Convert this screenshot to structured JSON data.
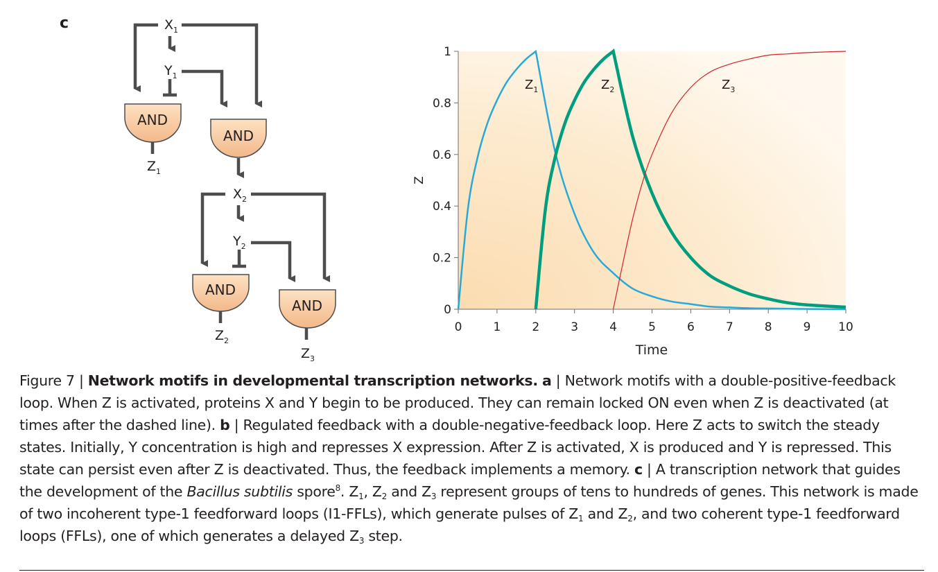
{
  "panel_label": "c",
  "network": {
    "x1": "X",
    "x1_sub": "1",
    "y1": "Y",
    "y1_sub": "1",
    "x2": "X",
    "x2_sub": "2",
    "y2": "Y",
    "y2_sub": "2",
    "and_label": "AND",
    "z1": "Z",
    "z1_sub": "1",
    "z2": "Z",
    "z2_sub": "2",
    "z3": "Z",
    "z3_sub": "3"
  },
  "chart_data": {
    "type": "line",
    "xlabel": "Time",
    "ylabel": "Z",
    "xlim": [
      0,
      10
    ],
    "ylim": [
      0,
      1
    ],
    "xticks": [
      "0",
      "1",
      "2",
      "3",
      "4",
      "5",
      "6",
      "7",
      "8",
      "9",
      "10"
    ],
    "yticks": [
      "0",
      "0.2",
      "0.4",
      "0.6",
      "0.8",
      "1"
    ],
    "series_labels": [
      {
        "name": "Z",
        "sub": "1"
      },
      {
        "name": "Z",
        "sub": "2"
      },
      {
        "name": "Z",
        "sub": "3"
      }
    ],
    "series": [
      {
        "name": "Z1",
        "color": "#29a9d8",
        "width": 2.5,
        "x": [
          0,
          0.25,
          0.5,
          0.75,
          1,
          1.25,
          1.5,
          1.75,
          2,
          2.5,
          3,
          3.5,
          4,
          4.5,
          5,
          5.5,
          6,
          6.5,
          7,
          7.5,
          8,
          8.5,
          9,
          10
        ],
        "y": [
          0,
          0.39,
          0.59,
          0.72,
          0.81,
          0.88,
          0.93,
          0.97,
          1.0,
          0.61,
          0.37,
          0.22,
          0.14,
          0.08,
          0.05,
          0.03,
          0.02,
          0.01,
          0.007,
          0.004,
          0.003,
          0.002,
          0.001,
          0.0
        ]
      },
      {
        "name": "Z2",
        "color": "#009e7e",
        "width": 4.5,
        "x": [
          2,
          2.25,
          2.5,
          2.75,
          3,
          3.25,
          3.5,
          3.75,
          4,
          4.5,
          5,
          5.5,
          6,
          6.5,
          7,
          7.5,
          8,
          8.5,
          9,
          10
        ],
        "y": [
          0,
          0.39,
          0.59,
          0.72,
          0.81,
          0.88,
          0.93,
          0.97,
          1.0,
          0.67,
          0.45,
          0.3,
          0.2,
          0.13,
          0.09,
          0.06,
          0.04,
          0.025,
          0.017,
          0.008
        ]
      },
      {
        "name": "Z3",
        "color": "#d2232a",
        "width": 1.2,
        "x": [
          4,
          4.25,
          4.5,
          4.75,
          5,
          5.5,
          6,
          6.5,
          7,
          7.5,
          8,
          8.5,
          9,
          10
        ],
        "y": [
          0,
          0.18,
          0.35,
          0.49,
          0.6,
          0.76,
          0.86,
          0.92,
          0.95,
          0.97,
          0.985,
          0.99,
          0.995,
          1.0
        ]
      }
    ]
  },
  "caption": {
    "figure_num": "Figure 7 | ",
    "title": "Network motifs in developmental transcription networks.",
    "a_label": "a",
    "a_text": " | Network motifs with a double-positive-feedback loop. When Z is activated, proteins X and Y begin to be produced. They can remain locked ON even when Z is deactivated (at times after the dashed line). ",
    "b_label": "b",
    "b_text": " | Regulated feedback with a double-negative-feedback loop. Here Z acts to switch the steady states. Initially, Y concentration is high and represses X expression. After Z is activated, X is produced and Y is repressed. This state can persist even after Z is deactivated. Thus, the feedback implements a memory. ",
    "c_label": "c",
    "c_text": " | A transcription network that guides the development of the ",
    "species": "Bacillus subtilis",
    "c_text2": " spore",
    "ref": "8",
    "c_text3": ". ",
    "z": "Z",
    "sub1": "1",
    "sub2": "2",
    "sub3": "3",
    "comma": ", ",
    "and": " and ",
    "c_text4": " represent groups of tens to hundreds of genes. This network is made of two incoherent type-1 feedforward loops (I1-FFLs), which generate pulses of ",
    "c_text5": ", and two coherent type-1 feedforward loops (FFLs), one of which generates a delayed ",
    "c_text6": " step."
  }
}
